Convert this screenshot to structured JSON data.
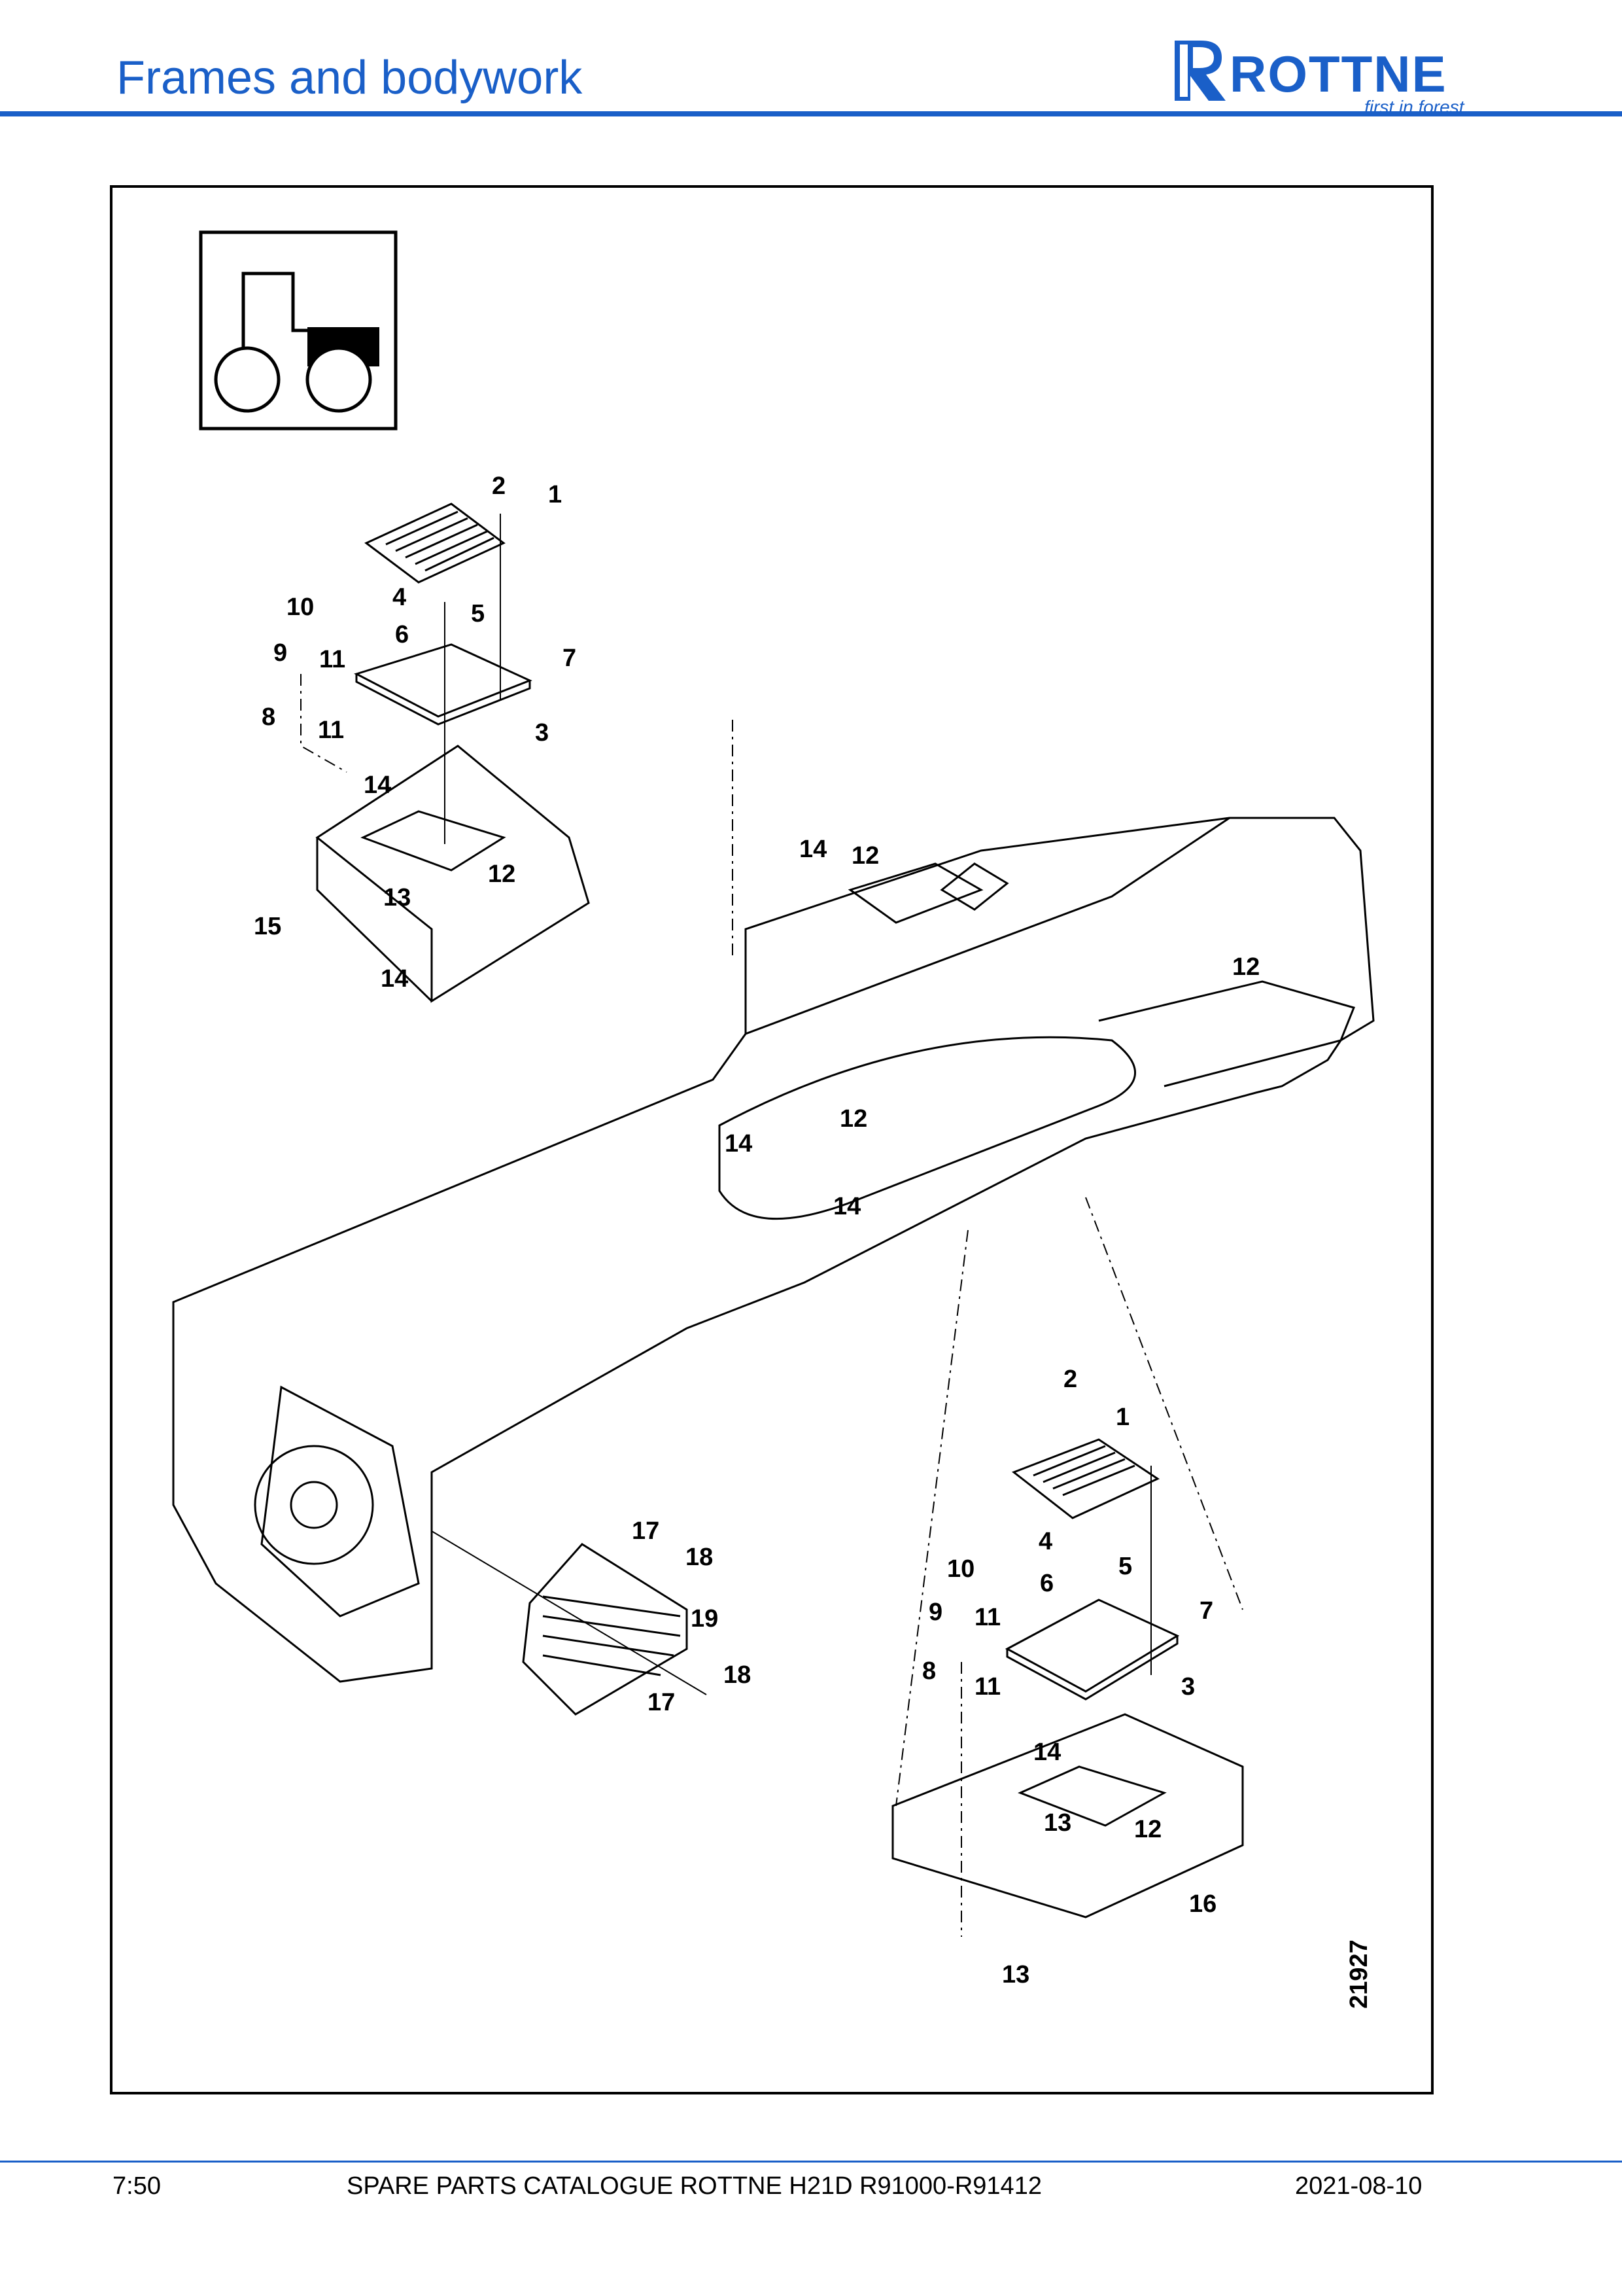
{
  "header": {
    "title": "Frames and bodywork",
    "logo": {
      "word": "ROTTNE",
      "tagline": "first in forest",
      "mark_icon": "rottne-r-icon",
      "color": "#1a5fc8"
    }
  },
  "drawing": {
    "number": "21927",
    "machine_icon": "forwarder-machine-icon",
    "callouts": [
      {
        "label": "2"
      },
      {
        "label": "1"
      },
      {
        "label": "4"
      },
      {
        "label": "5"
      },
      {
        "label": "10"
      },
      {
        "label": "6"
      },
      {
        "label": "9"
      },
      {
        "label": "11"
      },
      {
        "label": "7"
      },
      {
        "label": "8"
      },
      {
        "label": "11"
      },
      {
        "label": "3"
      },
      {
        "label": "14"
      },
      {
        "label": "12"
      },
      {
        "label": "13"
      },
      {
        "label": "15"
      },
      {
        "label": "14"
      },
      {
        "label": "14"
      },
      {
        "label": "12"
      },
      {
        "label": "12"
      },
      {
        "label": "14"
      },
      {
        "label": "12"
      },
      {
        "label": "14"
      },
      {
        "label": "2"
      },
      {
        "label": "1"
      },
      {
        "label": "17"
      },
      {
        "label": "18"
      },
      {
        "label": "4"
      },
      {
        "label": "5"
      },
      {
        "label": "10"
      },
      {
        "label": "6"
      },
      {
        "label": "19"
      },
      {
        "label": "9"
      },
      {
        "label": "11"
      },
      {
        "label": "7"
      },
      {
        "label": "8"
      },
      {
        "label": "11"
      },
      {
        "label": "3"
      },
      {
        "label": "18"
      },
      {
        "label": "17"
      },
      {
        "label": "14"
      },
      {
        "label": "13"
      },
      {
        "label": "12"
      },
      {
        "label": "16"
      },
      {
        "label": "13"
      }
    ]
  },
  "footer": {
    "page": "7:50",
    "catalogue": "SPARE PARTS CATALOGUE ROTTNE H21D R91000-R91412",
    "date": "2021-08-10"
  }
}
